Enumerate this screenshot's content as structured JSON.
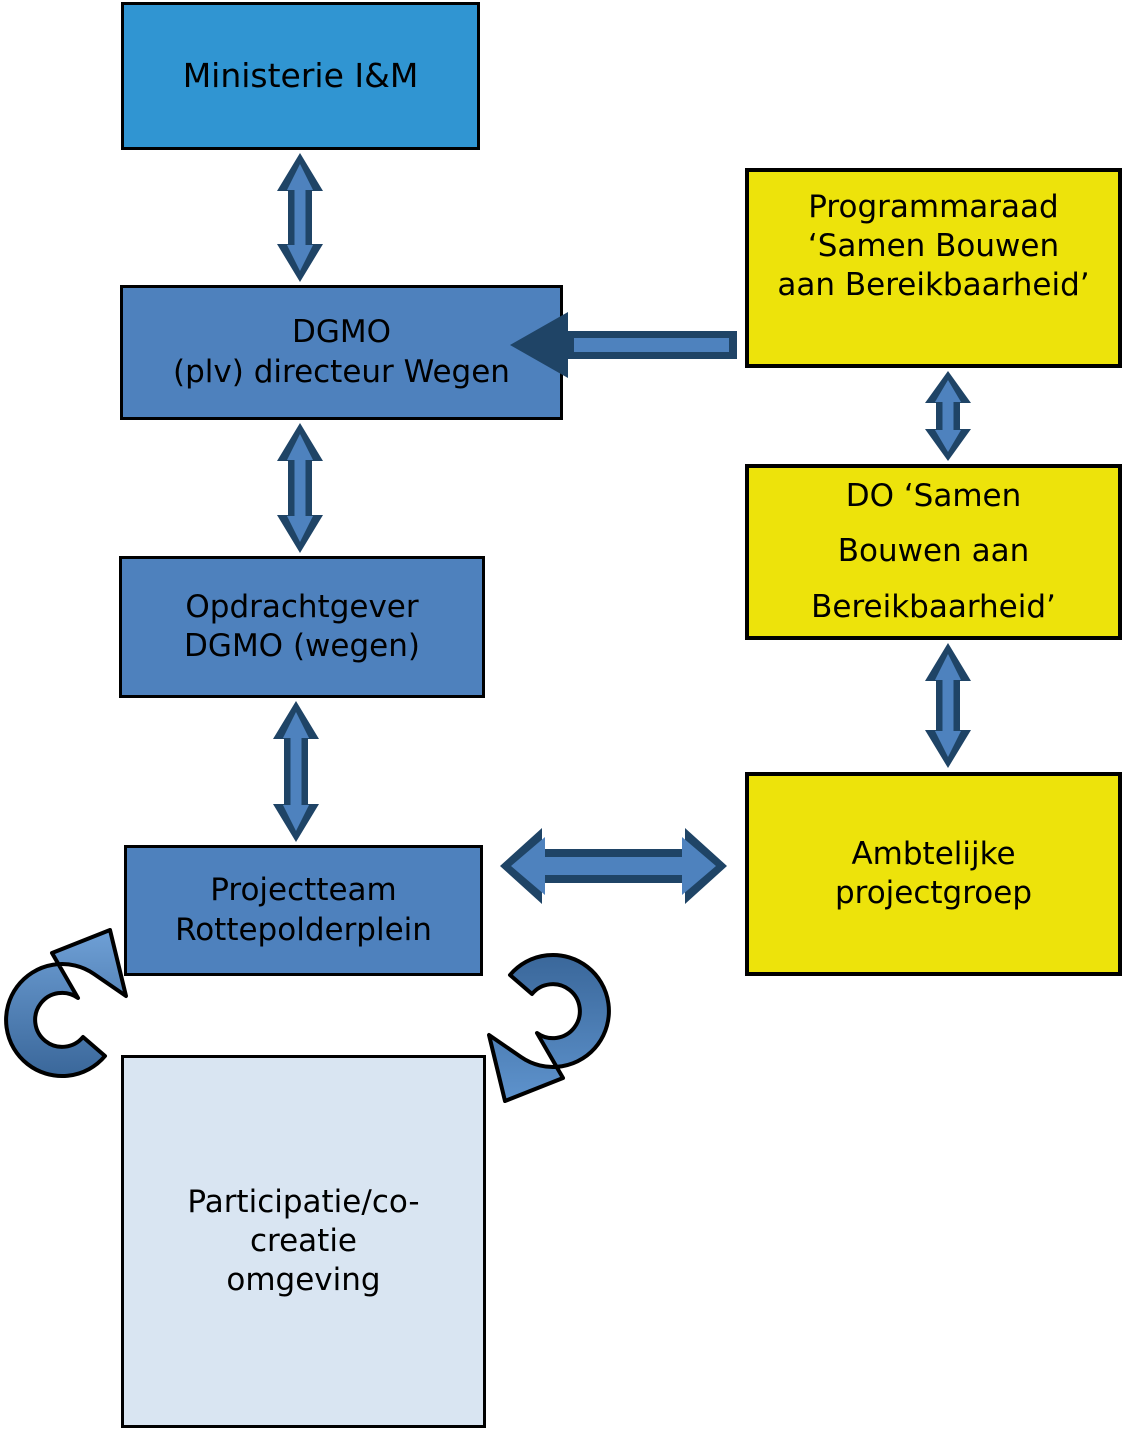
{
  "diagram": {
    "boxes": {
      "ministerie": {
        "label": "Ministerie I&M"
      },
      "dgmo": {
        "line1": "DGMO",
        "line2": "(plv) directeur Wegen"
      },
      "opdrachtgever": {
        "line1": "Opdrachtgever",
        "line2": "DGMO (wegen)"
      },
      "projectteam": {
        "line1": "Projectteam",
        "line2": "Rottepolderplein"
      },
      "participatie": {
        "line1": "Participatie/co-",
        "line2": "creatie",
        "line3": "omgeving"
      },
      "programmaraad": {
        "line1": "Programmaraad",
        "line2": "‘Samen Bouwen",
        "line3": "aan Bereikbaarheid’"
      },
      "do_overleg": {
        "line1": "DO ‘Samen",
        "line2": "Bouwen aan",
        "line3": "Bereikbaarheid’"
      },
      "ambtelijke": {
        "line1": "Ambtelijke",
        "line2": "projectgroep"
      }
    },
    "connections": [
      {
        "from": "Ministerie I&M",
        "to": "DGMO (plv) directeur Wegen",
        "style": "double-arrow-vertical"
      },
      {
        "from": "DGMO (plv) directeur Wegen",
        "to": "Opdrachtgever DGMO (wegen)",
        "style": "double-arrow-vertical"
      },
      {
        "from": "Opdrachtgever DGMO (wegen)",
        "to": "Projectteam Rottepolderplein",
        "style": "double-arrow-vertical"
      },
      {
        "from": "Programmaraad ‘Samen Bouwen aan Bereikbaarheid’",
        "to": "DGMO (plv) directeur Wegen",
        "style": "single-arrow-left"
      },
      {
        "from": "Programmaraad ‘Samen Bouwen aan Bereikbaarheid’",
        "to": "DO ‘Samen Bouwen aan Bereikbaarheid’",
        "style": "double-arrow-vertical"
      },
      {
        "from": "DO ‘Samen Bouwen aan Bereikbaarheid’",
        "to": "Ambtelijke projectgroep",
        "style": "double-arrow-vertical"
      },
      {
        "from": "Projectteam Rottepolderplein",
        "to": "Ambtelijke projectgroep",
        "style": "double-arrow-horizontal"
      },
      {
        "from": "Projectteam Rottepolderplein",
        "to": "Participatie/co-creatie omgeving",
        "style": "cycle-arrows"
      }
    ],
    "colors": {
      "bright_blue_box": "#3095D2",
      "mid_blue_box": "#4E81BD",
      "pale_blue_box": "#D9E5F2",
      "yellow_box": "#EDE30B",
      "arrow_dark": "#1F4466",
      "arrow_light": "#4E82BE",
      "cycle_dark": "#3A679A",
      "cycle_light": "#6FA0D6",
      "outline": "#000000"
    }
  }
}
